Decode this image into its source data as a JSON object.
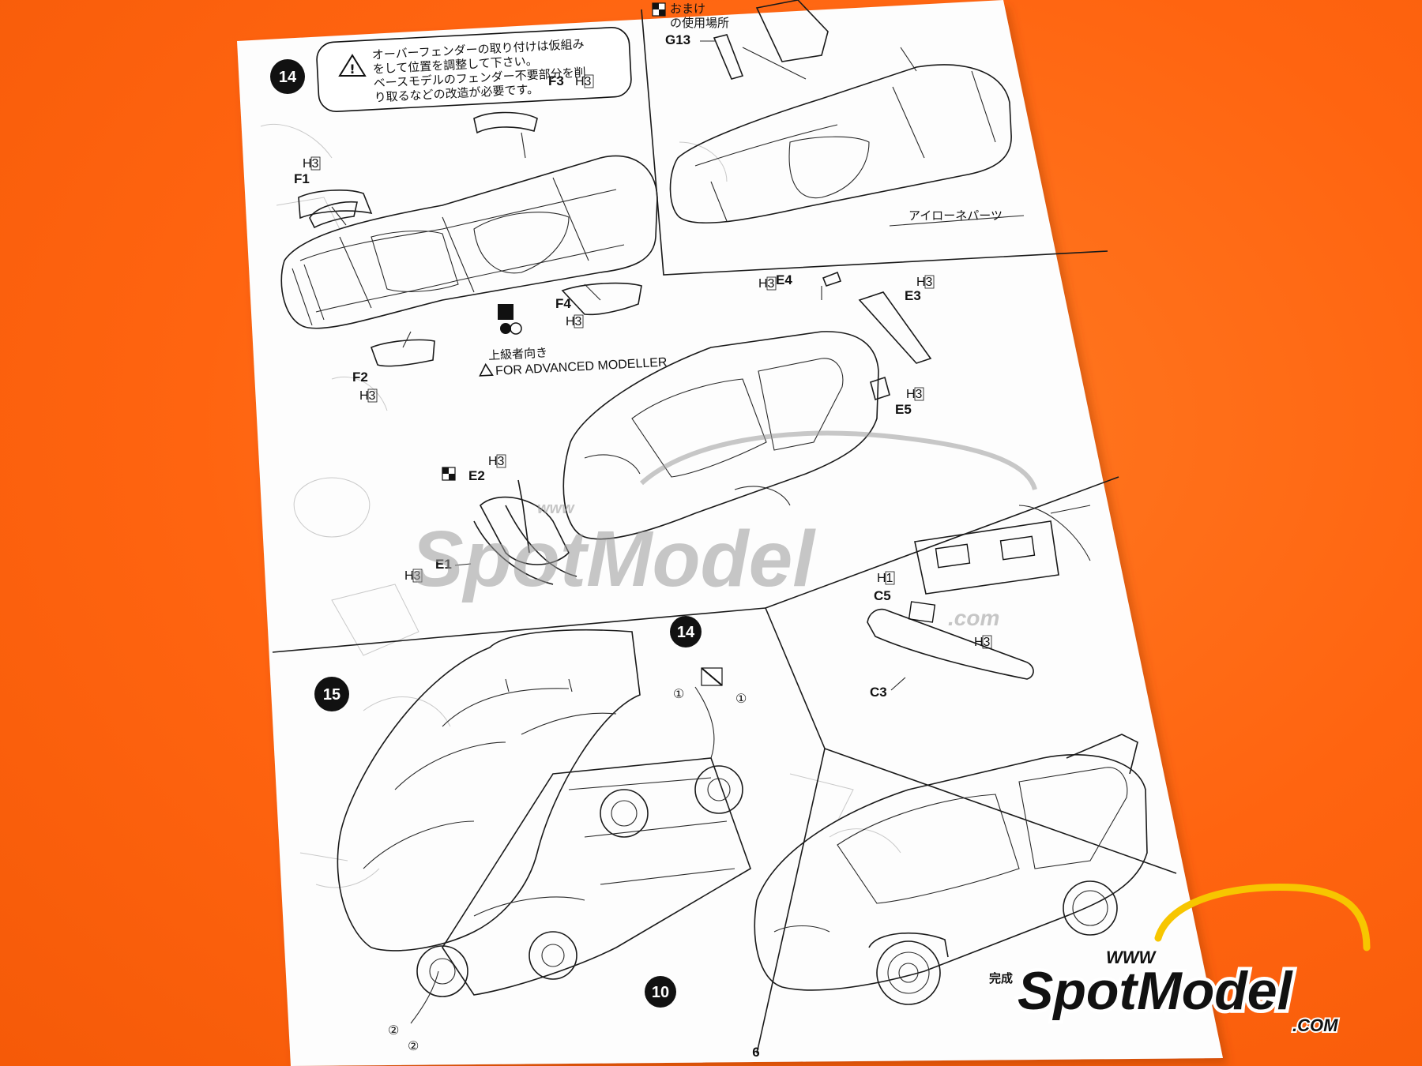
{
  "page": {
    "number": "6",
    "step14_badge": "14",
    "step15_badge": "15",
    "ref14_badge": "14",
    "ref10_badge": "10"
  },
  "step14": {
    "caution_jp": [
      "オーバーフェンダーの取り付けは仮組み",
      "をして位置を調整して下さい。",
      "ベースモデルのフェンダー不要部分を削",
      "り取るなどの改造が必要です。"
    ],
    "advanced_jp": "上級者向き",
    "advanced_en": "FOR ADVANCED MODELLER",
    "inset_note_jp": "おまけ",
    "inset_note2_jp": "の使用場所",
    "inset_caption_jp": "アイローネパーツ",
    "parts": {
      "F1": "F1",
      "F2": "F2",
      "F3": "F3",
      "F4": "F4",
      "E1": "E1",
      "E2": "E2",
      "E3": "E3",
      "E4": "E4",
      "E5": "E5",
      "G13": "G13",
      "C3": "C3",
      "C5": "C5"
    },
    "paint_codes": {
      "H3": "H3",
      "H1": "H1"
    }
  },
  "step15": {
    "circled_1": "①",
    "circled_2": "②",
    "complete_label": "完成"
  },
  "watermark": {
    "prefix": "www",
    "brand": "SpotModel",
    "suffix": ".com"
  },
  "logo": {
    "prefix": "WWW",
    "brand": "SpotModel",
    "suffix": ".COM"
  },
  "colors": {
    "background": "#ff6a10",
    "paper": "#fdfdfd",
    "ink": "#111111",
    "watermark": "#9a9a9a"
  }
}
